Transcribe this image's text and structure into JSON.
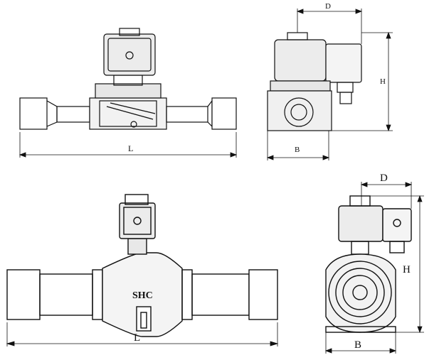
{
  "views": {
    "top_front": {
      "length_label": "L"
    },
    "top_side": {
      "depth_label": "D",
      "height_label": "H",
      "width_label": "B"
    },
    "bottom_front": {
      "length_label": "L",
      "brand_mark": "SHC"
    },
    "bottom_side": {
      "depth_label": "D",
      "height_label": "H",
      "width_label": "B"
    }
  }
}
